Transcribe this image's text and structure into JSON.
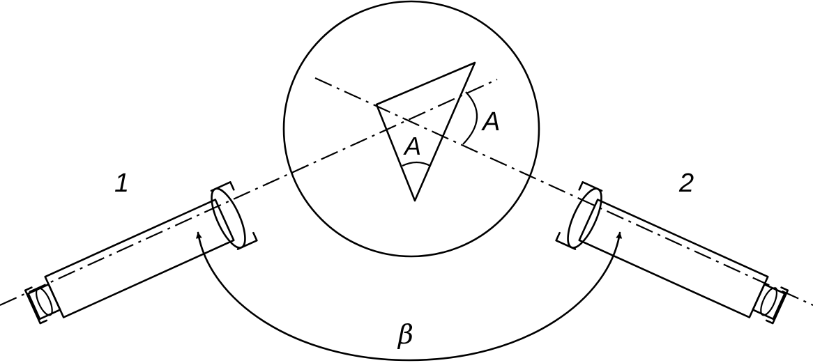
{
  "labels": {
    "telescope_1": "1",
    "telescope_2": "2",
    "prism_angle_inside": "A",
    "prism_angle_outside": "A",
    "deviation_angle": "β"
  },
  "colors": {
    "line": "#000000",
    "background": "#ffffff"
  }
}
